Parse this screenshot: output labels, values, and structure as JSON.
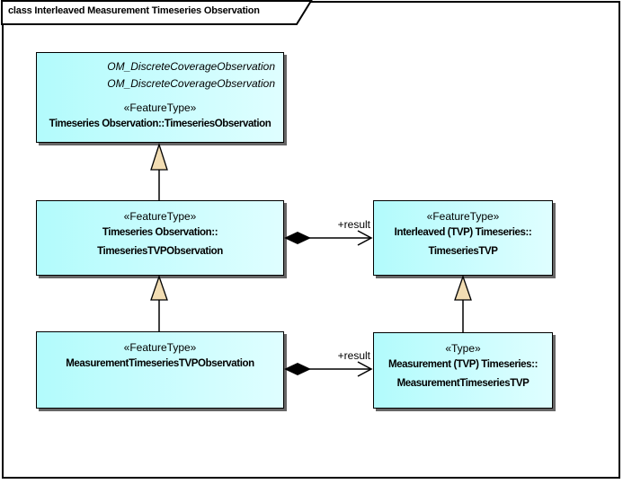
{
  "colors": {
    "background": "#ffffff",
    "node_fill_start": "#b2fbfc",
    "node_fill_end": "#dffeff",
    "node_border": "#000000",
    "node_shadow": "rgba(0,0,0,0.6)",
    "generalization_fill": "#f2ddb3",
    "connector_line": "#000000"
  },
  "frame": {
    "title": "class Interleaved Measurement Timeseries Observation"
  },
  "nodes": [
    {
      "stereotype": "«FeatureType»",
      "inherits": [
        "OM_DiscreteCoverageObservation",
        "OM_DiscreteCoverageObservation"
      ],
      "lines": [
        "Timeseries Observation::TimeseriesObservation"
      ]
    },
    {
      "stereotype": "«FeatureType»",
      "lines": [
        "Timeseries Observation::",
        "TimeseriesTVPObservation"
      ]
    },
    {
      "stereotype": "«FeatureType»",
      "lines": [
        "Interleaved (TVP) Timeseries::",
        "TimeseriesTVP"
      ]
    },
    {
      "stereotype": "«FeatureType»",
      "lines": [
        "MeasurementTimeseriesTVPObservation"
      ]
    },
    {
      "stereotype": "«Type»",
      "lines": [
        "Measurement (TVP) Timeseries::",
        "MeasurementTimeseriesTVP"
      ]
    }
  ],
  "connectors": {
    "result_top_label": "+result",
    "result_bottom_label": "+result"
  }
}
